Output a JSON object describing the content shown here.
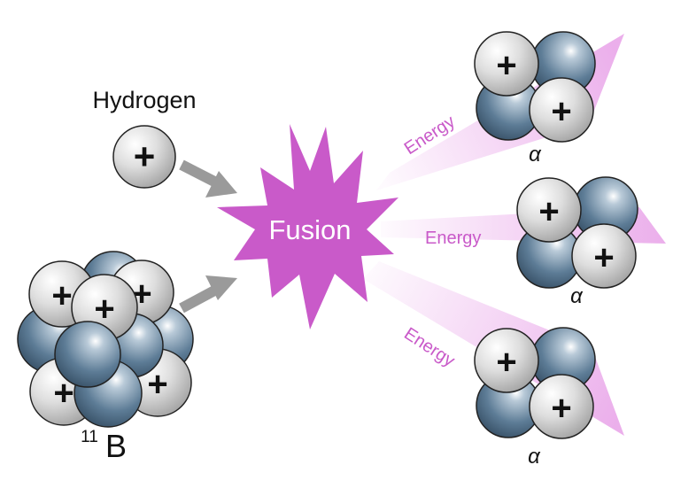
{
  "labels": {
    "hydrogen": "Hydrogen",
    "fusion": "Fusion",
    "boron_sup": "11",
    "boron_sym": "B",
    "energy": "Energy",
    "alpha": "α",
    "proton_sign": "+"
  },
  "colors": {
    "fusion": "#c95ac9",
    "energy_text": "#c95ac9",
    "beam": "#e9a6e9",
    "arrow": "#9a9a9a",
    "proton": "#cfcfcf",
    "neutron": "#5b7892"
  },
  "icons": {
    "proton": "plus-sign-sphere",
    "neutron": "plain-sphere",
    "fusion": "starburst",
    "reaction_arrow": "block-arrow"
  }
}
